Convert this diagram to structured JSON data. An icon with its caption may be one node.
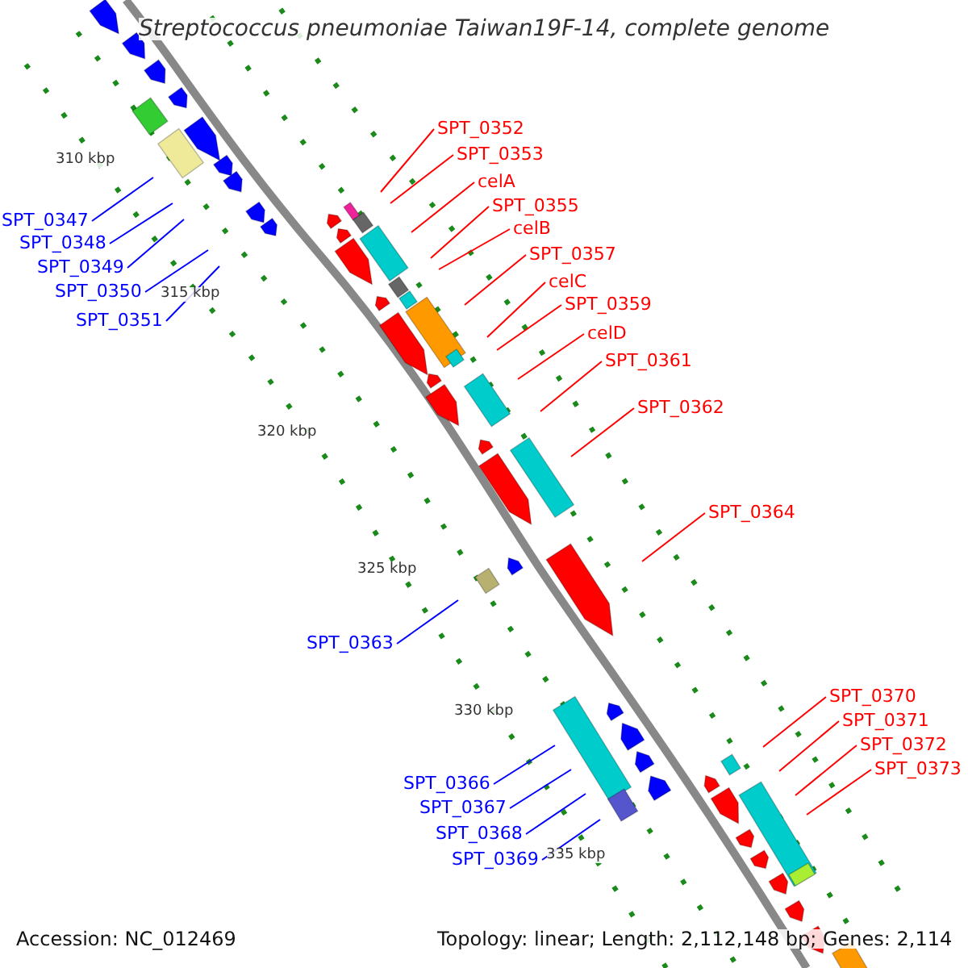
{
  "diagram": {
    "title": "Streptococcus pneumoniae Taiwan19F-14, complete genome",
    "nodes": [
      {
        "text": [
          "SPT_0347"
        ]
      },
      {
        "text": [
          "SPT_0348"
        ]
      },
      {
        "text": [
          "SPT_0349"
        ]
      },
      {
        "text": [
          "SPT_0350"
        ]
      },
      {
        "text": [
          "SPT_0351"
        ]
      },
      {
        "text": [
          "SPT_0352"
        ]
      },
      {
        "text": [
          "SPT_0353"
        ]
      },
      {
        "text": [
          "celA"
        ]
      },
      {
        "text": [
          "SPT_0355"
        ]
      },
      {
        "text": [
          "celB"
        ]
      },
      {
        "text": [
          "SPT_0357"
        ]
      },
      {
        "text": [
          "celC"
        ]
      },
      {
        "text": [
          "SPT_0359"
        ]
      },
      {
        "text": [
          "celD"
        ]
      },
      {
        "text": [
          "SPT_0361"
        ]
      },
      {
        "text": [
          "SPT_0362"
        ]
      },
      {
        "text": [
          "SPT_0364"
        ]
      },
      {
        "text": [
          "SPT_0363"
        ]
      },
      {
        "text": [
          "SPT_0366"
        ]
      },
      {
        "text": [
          "SPT_0367"
        ]
      },
      {
        "text": [
          "SPT_0368"
        ]
      },
      {
        "text": [
          "SPT_0369"
        ]
      },
      {
        "text": [
          "SPT_0370"
        ]
      },
      {
        "text": [
          "SPT_0371"
        ]
      },
      {
        "text": [
          "SPT_0372"
        ]
      },
      {
        "text": [
          "SPT_0373"
        ]
      }
    ],
    "edges": [
      {
        "from": 0,
        "to": null,
        "arrow": "none",
        "color": "#0000ff"
      },
      {
        "from": 1,
        "to": null,
        "arrow": "none",
        "color": "#0000ff"
      },
      {
        "from": 2,
        "to": null,
        "arrow": "none",
        "color": "#0000ff"
      },
      {
        "from": 3,
        "to": null,
        "arrow": "none",
        "color": "#0000ff"
      },
      {
        "from": 4,
        "to": null,
        "arrow": "none",
        "color": "#0000ff"
      },
      {
        "from": 5,
        "to": null,
        "arrow": "none"
      },
      {
        "from": 6,
        "to": null,
        "arrow": "none"
      },
      {
        "from": 7,
        "to": null,
        "arrow": "none"
      },
      {
        "from": 8,
        "to": null,
        "arrow": "none"
      },
      {
        "from": 9,
        "to": null,
        "arrow": "none"
      },
      {
        "from": 10,
        "to": null,
        "arrow": "none"
      },
      {
        "from": 11,
        "to": null,
        "arrow": "none"
      },
      {
        "from": 12,
        "to": null,
        "arrow": "none"
      },
      {
        "from": 13,
        "to": null,
        "arrow": "none"
      },
      {
        "from": 14,
        "to": null,
        "arrow": "none"
      },
      {
        "from": 15,
        "to": null,
        "arrow": "none"
      },
      {
        "from": 16,
        "to": null,
        "arrow": "none"
      },
      {
        "from": 17,
        "to": null,
        "arrow": "none",
        "color": "#0000ff"
      },
      {
        "from": 18,
        "to": null,
        "arrow": "none",
        "color": "#0000ff"
      },
      {
        "from": 19,
        "to": null,
        "arrow": "none",
        "color": "#0000ff"
      },
      {
        "from": 20,
        "to": null,
        "arrow": "none",
        "color": "#0000ff"
      },
      {
        "from": 21,
        "to": null,
        "arrow": "none",
        "color": "#0000ff"
      },
      {
        "from": 22,
        "to": null,
        "arrow": "none"
      },
      {
        "from": 23,
        "to": null,
        "arrow": "none"
      },
      {
        "from": 24,
        "to": null,
        "arrow": "none"
      },
      {
        "from": 25,
        "to": null,
        "arrow": "none"
      }
    ],
    "labels": [
      "310 kbp",
      "315 kbp",
      "320 kbp",
      "325 kbp",
      "330 kbp",
      "335 kbp",
      "Accession: NC_012469",
      "Topology: linear; Length: 2,112,148 bp; Genes: 2,114"
    ]
  }
}
